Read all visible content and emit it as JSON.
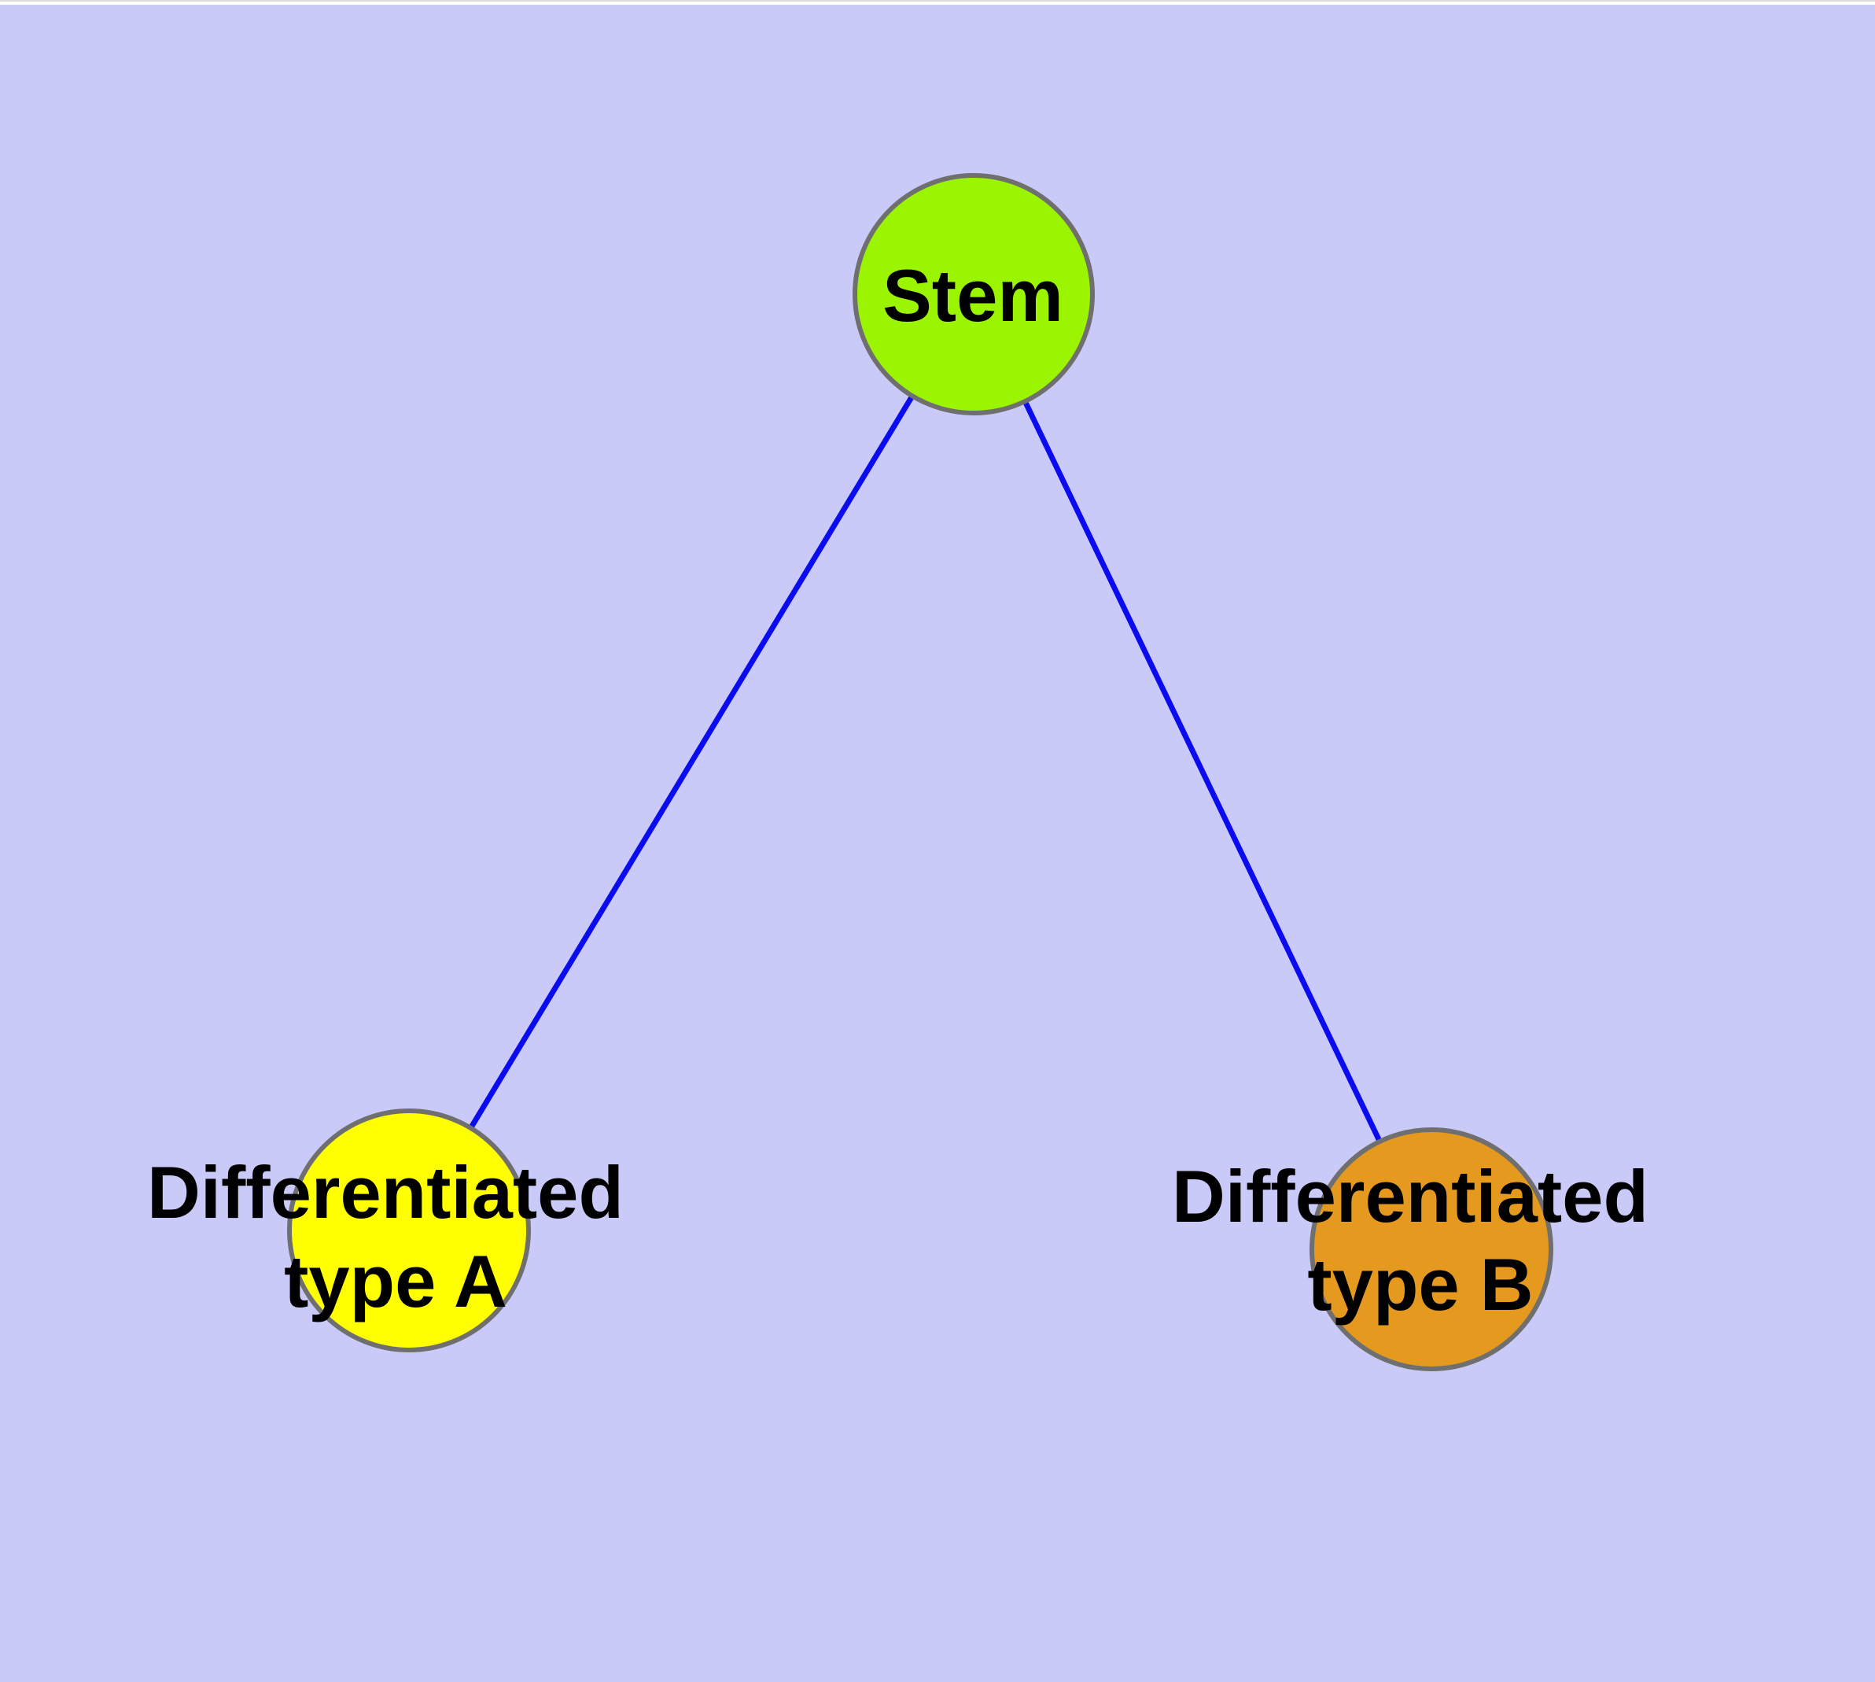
{
  "diagram": {
    "background_color": "#CACAF8",
    "edge_color": "#0B0BF0",
    "node_border_color": "#6F6F6F",
    "label_color": "#000000",
    "nodes": {
      "stem": {
        "label": "Stem",
        "fill_color": "#9CF500"
      },
      "type_a": {
        "label_line1": "Differentiated",
        "label_line2": "type A",
        "fill_color": "#FFFF00"
      },
      "type_b": {
        "label_line1": "Differentiated",
        "label_line2": "type B",
        "fill_color": "#E5991F"
      }
    },
    "edges": [
      {
        "from": "Stem",
        "to": "Differentiated type A"
      },
      {
        "from": "Stem",
        "to": "Differentiated type B"
      }
    ]
  }
}
